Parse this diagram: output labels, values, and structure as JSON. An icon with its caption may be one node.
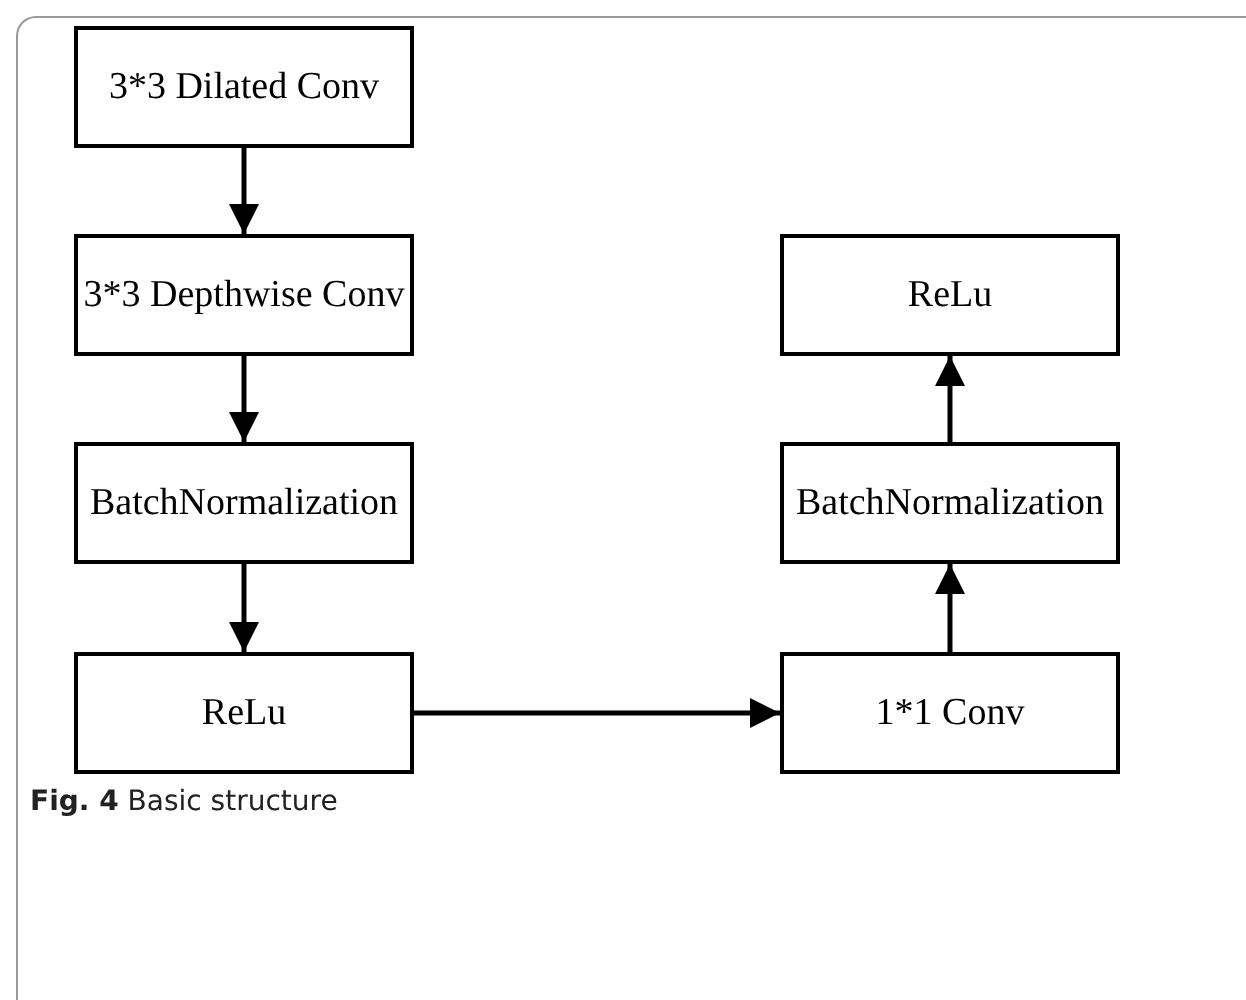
{
  "diagram": {
    "caption": "**Fig. 4** Basic structure",
    "nodes": [
      {
        "text": [
          "3*3 Dilated Conv"
        ]
      },
      {
        "text": [
          "3*3 Depthwise Conv"
        ]
      },
      {
        "text": [
          "BatchNormalization"
        ]
      },
      {
        "text": [
          "ReLu"
        ]
      },
      {
        "text": [
          "ReLu"
        ]
      },
      {
        "text": [
          "BatchNormalization"
        ]
      },
      {
        "text": [
          "1*1 Conv"
        ]
      }
    ],
    "edges": [
      {
        "from": 0,
        "to": 1,
        "arrow": "to"
      },
      {
        "from": 1,
        "to": 2,
        "arrow": "to"
      },
      {
        "from": 2,
        "to": 3,
        "arrow": "to"
      },
      {
        "from": 3,
        "to": 6,
        "arrow": "to"
      },
      {
        "from": 6,
        "to": 5,
        "arrow": "to"
      },
      {
        "from": 5,
        "to": 4,
        "arrow": "to"
      }
    ]
  }
}
